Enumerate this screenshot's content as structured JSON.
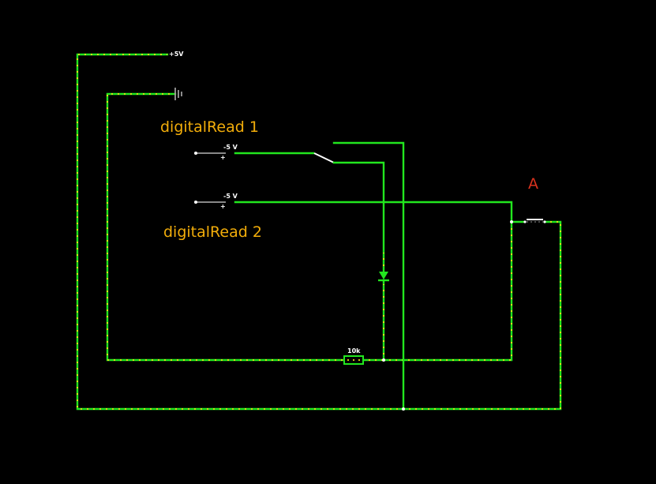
{
  "labels": {
    "supply_positive": "+5V",
    "voltmeter_1_value": "-5 V",
    "voltmeter_1_plus": "+",
    "voltmeter_2_value": "-5 V",
    "voltmeter_2_plus": "+",
    "digital_read_1": "digitalRead 1",
    "digital_read_2": "digitalRead 2",
    "resistor_value": "10k",
    "node_a": "A"
  },
  "colors": {
    "background": "#000000",
    "wire": "#22e61e",
    "current_dots": "#f2e018",
    "label_text": "#f2ad0a",
    "node_label": "#d8321e",
    "component": "#9c9c9c"
  }
}
